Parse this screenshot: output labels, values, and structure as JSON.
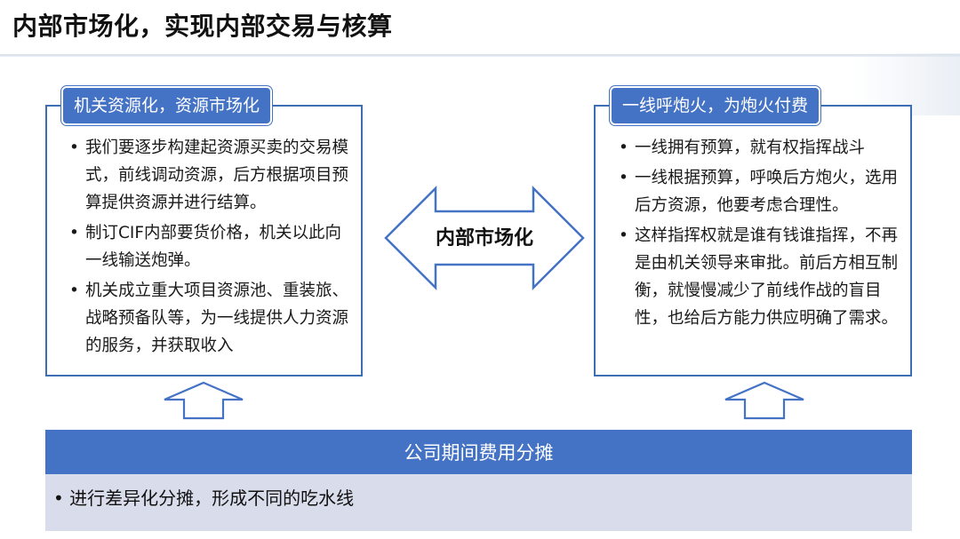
{
  "title": "内部市场化，实现内部交易与核算",
  "left_panel": {
    "tag": "机关资源化，资源市场化",
    "bullets": [
      "我们要逐步构建起资源买卖的交易模式，前线调动资源，后方根据项目预算提供资源并进行结算。",
      "制订CIF内部要货价格，机关以此向一线输送炮弹。",
      "机关成立重大项目资源池、重装旅、战略预备队等，为一线提供人力资源的服务，并获取收入"
    ]
  },
  "right_panel": {
    "tag": "一线呼炮火，为炮火付费",
    "bullets": [
      "一线拥有预算，就有权指挥战斗",
      "一线根据预算，呼唤后方炮火，选用后方资源，他要考虑合理性。",
      "这样指挥权就是谁有钱谁指挥，不再是由机关领导来审批。前后方相互制衡，就慢慢减少了前线作战的盲目性，也给后方能力供应明确了需求。"
    ]
  },
  "center_label": "内部市场化",
  "bottom": {
    "header": "公司期间费用分摊",
    "bullet": "• 进行差异化分摊，形成不同的吃水线"
  },
  "colors": {
    "accent": "#4472c4",
    "border": "#3d6db3",
    "bottom_body": "#d9dcea"
  }
}
